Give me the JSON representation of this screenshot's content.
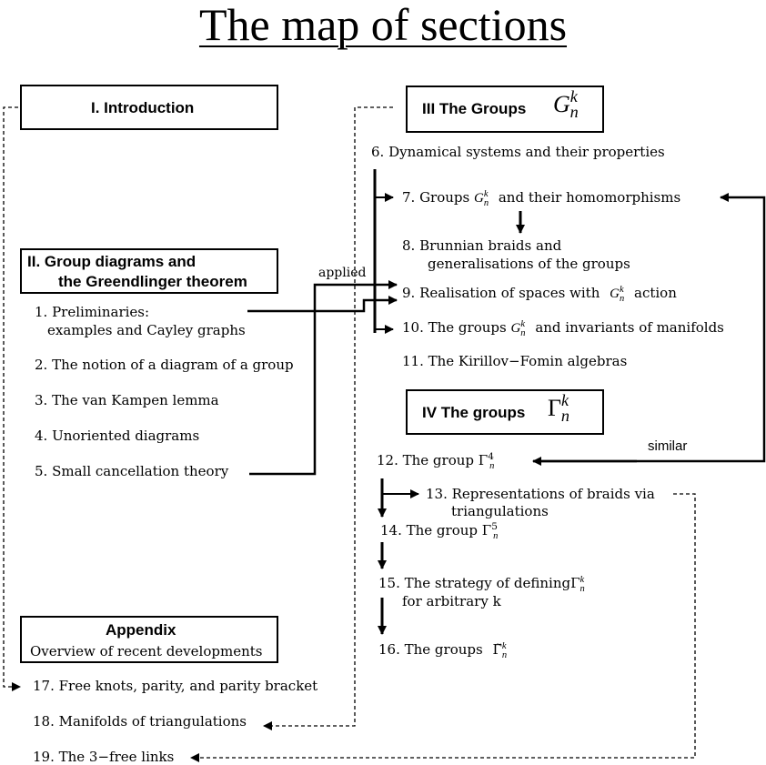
{
  "title": "The map of sections",
  "sections": {
    "intro": "I. Introduction",
    "group_diagrams_l1": "II. Group diagrams and",
    "group_diagrams_l2": "the Greendlinger theorem",
    "groups_g": "III The Groups",
    "groups_gamma": "IV The groups",
    "appendix_title": "Appendix",
    "appendix_sub": "Overview of recent developments"
  },
  "items": {
    "i1a": "1. Preliminaries:",
    "i1b": "examples and Cayley graphs",
    "i2": "2. The notion of a diagram of a group",
    "i3": "3. The van Kampen lemma",
    "i4": "4. Unoriented diagrams",
    "i5": "5. Small cancellation theory",
    "i6": "6. Dynamical systems and their properties",
    "i7a": "7. Groups",
    "i7b": "and their homomorphisms",
    "i8a": "8. Brunnian braids and",
    "i8b": "generalisations of the groups",
    "i9": "9. Realisation of spaces with",
    "i9b": "action",
    "i10a": "10. The groups",
    "i10b": "and invariants of manifolds",
    "i11": "11. The Kirillov−Fomin algebras",
    "i12": "12. The group",
    "i13a": "13. Representations of braids via",
    "i13b": "triangulations",
    "i14": "14. The group",
    "i15a": "15. The strategy of defining",
    "i15b": "for arbitrary k",
    "i16": "16. The groups",
    "i17": "17. Free knots, parity, and parity bracket",
    "i18": "18. Manifolds of triangulations",
    "i19": "19. The 3−free links"
  },
  "math": {
    "G": "G",
    "Gamma": "Γ",
    "GammaTilde": "Γ̃",
    "sup_k": "k",
    "sup_4": "4",
    "sup_5": "5",
    "sub_n": "n"
  },
  "labels": {
    "applied": "applied",
    "similar": "similar"
  }
}
